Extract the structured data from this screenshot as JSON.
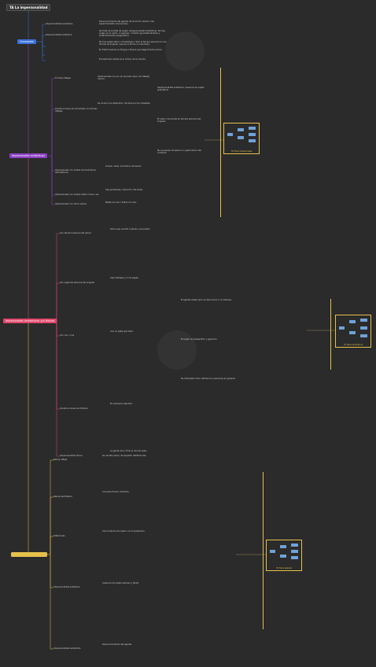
{
  "root": {
    "title": "TA La impersonalidad"
  },
  "branches": [
    {
      "label": "Conceptos",
      "color": "#3a6fd8"
    },
    {
      "label": "Impersonales sintácticas",
      "color": "#8e3fc6"
    },
    {
      "label": "Impersonales semánticas y/o léxicas",
      "color": "#e0476a"
    },
    {
      "label": "",
      "color": "#e5c04b"
    }
  ],
  "conceptos": {
    "items": [
      {
        "label": "Impersonalidad semántica",
        "text": "Desconocimiento del agente de la acción verbal o del experimentador del proceso."
      },
      {
        "label": "Impersonalidad sintáctica",
        "text": "Se trata de la falta de sujeto (impersonalidad sintáctica). No hay sujeto en el verbo, ni expreso, ni tácito (gramaticalmente y sintácticamente pragmático)."
      },
      {
        "label": "",
        "text": "No hay sujeto léxico ni tautológico. Sólo la tercera persona en sus formas de singular (que es la forma no marcada)."
      },
      {
        "label": "",
        "text": "Ej: Está lloviendo en Burgos / Parece que llegará tarde el tren."
      },
      {
        "label": "",
        "text": "El predicado verbal es el núcleo de la oración."
      }
    ]
  },
  "sintacticas": {
    "groups": [
      {
        "label": "Formas reflejas",
        "text": "Impersonales con se: se vive bien aquí / se trabaja mucho."
      },
      {
        "label": "Construcciones pronominales con formas reflejas",
        "text": "Se acusó a los detenidos / Se busca a los culpables."
      },
      {
        "label": "Impersonales con verbos de fenómenos atmosféricos",
        "text": "Llueve, nieva, anochece, amanece."
      },
      {
        "label": "Impersonales con verbos haber, hacer, ser",
        "text": "Hay problemas / Hace frío / Es tarde."
      },
      {
        "label": "Impersonales con otros verbos",
        "text": "Basta con eso / Sobra con dos."
      }
    ],
    "notes": [
      {
        "text": "Impersonalidad sintáctica: ausencia de sujeto gramatical."
      },
      {
        "text": "El verbo concuerda en tercera persona del singular."
      },
      {
        "text": "No se puede recuperar un sujeto léxico del contexto."
      }
    ],
    "box_caption": "TA Tipos impersonales"
  },
  "semanticas": {
    "groups": [
      {
        "label": "Con tercera persona del plural",
        "text": "Dicen que vendrá / Llaman a la puerta."
      },
      {
        "label": "Con segunda persona del singular",
        "text": "Aquí trabajas y no te pagan."
      },
      {
        "label": "Con uno / una",
        "text": "Uno no sabe qué decir."
      },
      {
        "label": "Construcciones de infinitivo",
        "text": "Es necesario estudiar."
      },
      {
        "label": "Impersonalidad léxica",
        "text": "La gente dice / Todo el mundo sabe."
      }
    ],
    "notes": [
      {
        "text": "El agente existe pero se desconoce o no interesa."
      },
      {
        "text": "El sujeto es inespecífico y genérico."
      },
      {
        "text": "Se interpreta como referencia a personas en general."
      }
    ],
    "box_caption": "TA Tipos semánticos"
  },
  "pasivas": {
    "groups": [
      {
        "label": "Pasiva refleja",
        "text": "Se venden pisos / Se alquilan habitaciones."
      },
      {
        "label": "Pasiva perifrástica",
        "text": "Los pisos fueron vendidos."
      },
      {
        "label": "Diferencias",
        "text": "Concordancia del verbo con el sustantivo."
      },
      {
        "label": "Impersonalidad sintáctica",
        "text": "Ausencia de sujeto expreso y tácito."
      },
      {
        "label": "Impersonalidad semántica",
        "text": "Desconocimiento del agente."
      }
    ],
    "box_caption": "TA Tipos pasivas"
  },
  "colors": {
    "background": "#2b2b2b",
    "line": "#9a8a5a",
    "accent": "#e5c04b",
    "mini_node": "#6fa3d8"
  }
}
